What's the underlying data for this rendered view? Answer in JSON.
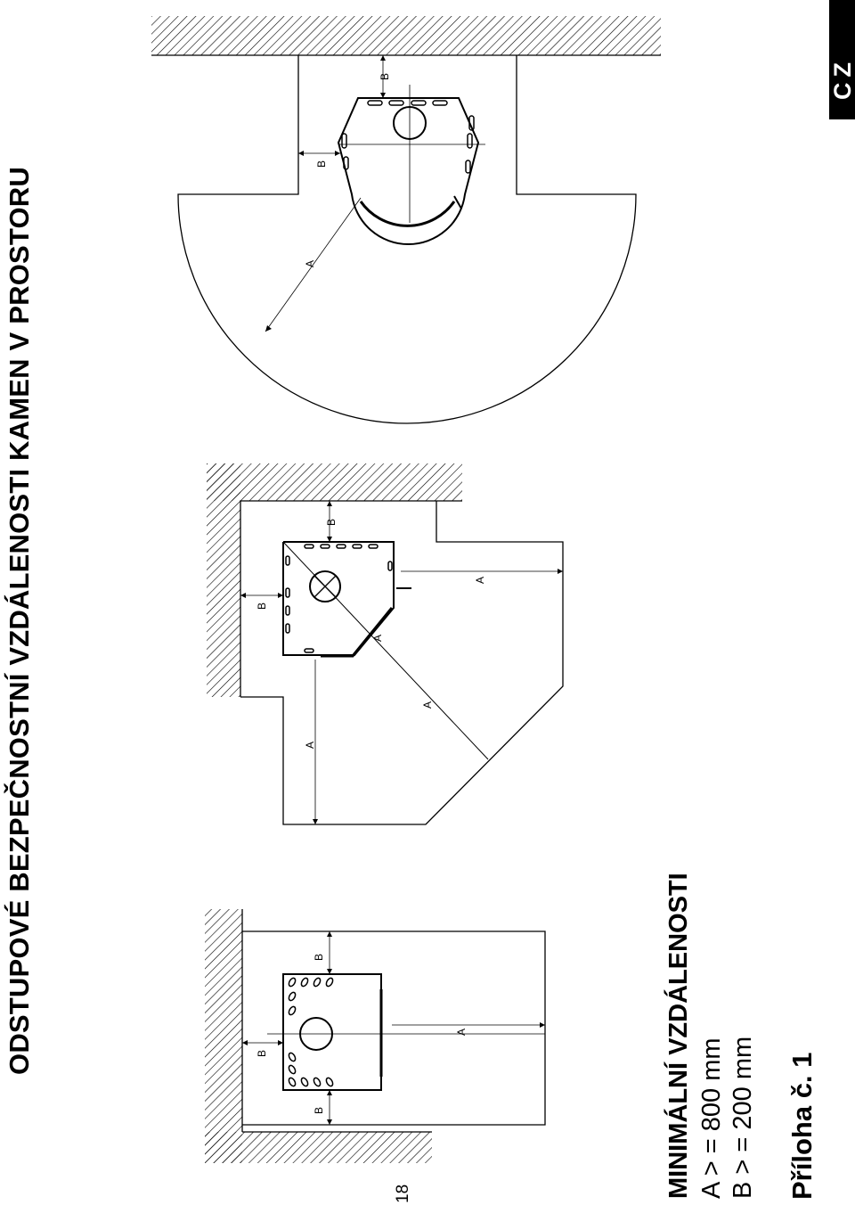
{
  "title": "ODSTUPOVÉ BEZPEČNOSTNÍ VZDÁLENOSTI KAMEN V PROSTORU",
  "page_number": "18",
  "min_heading": "MINIMÁLNÍ VZDÁLENOSTI",
  "line_a": "A > = 800 mm",
  "line_b": "B > = 200 mm",
  "appendix": "Příloha č. 1",
  "lang_badge": "CZ",
  "dim_labels": {
    "a": "A",
    "b": "B"
  }
}
